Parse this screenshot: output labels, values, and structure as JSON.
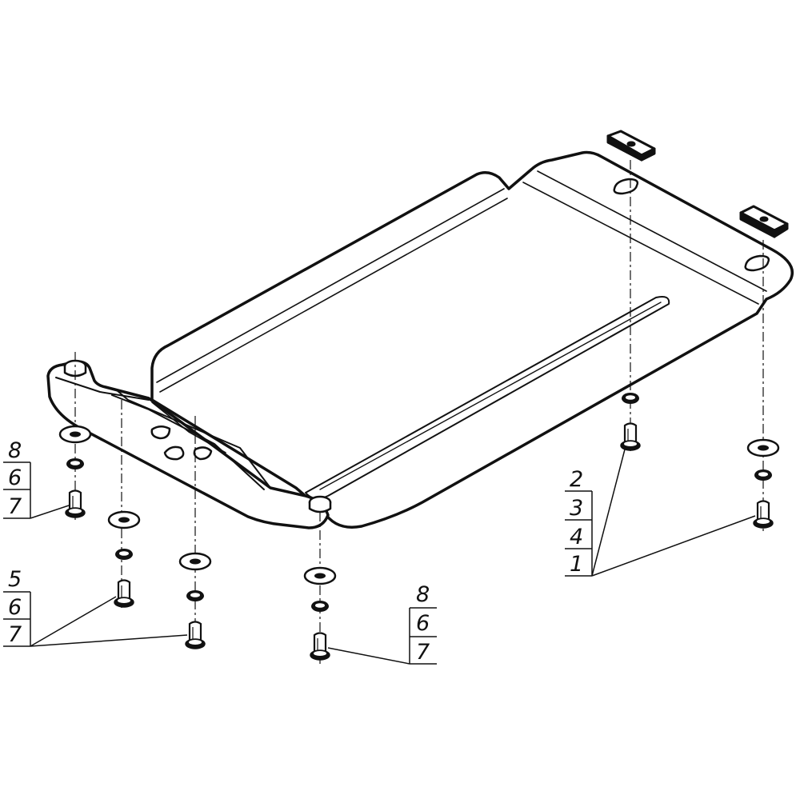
{
  "drawing": {
    "line_color": "#111111",
    "background": "#ffffff",
    "callouts": {
      "left_top": [
        "8",
        "6",
        "7"
      ],
      "left_bottom": [
        "5",
        "6",
        "7"
      ],
      "center_bottom": [
        "8",
        "6",
        "7"
      ],
      "right": [
        "2",
        "3",
        "4",
        "1"
      ]
    }
  }
}
